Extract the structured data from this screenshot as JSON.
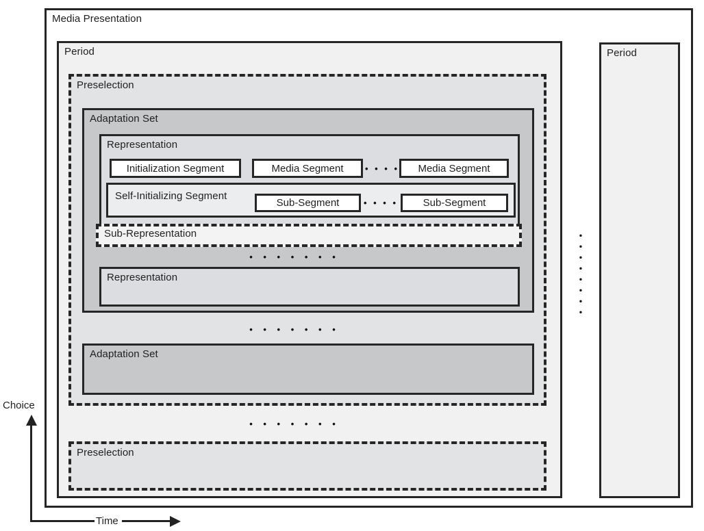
{
  "labels": {
    "media_presentation": "Media Presentation",
    "period_1": "Period",
    "period_2": "Period",
    "preselection_1": "Preselection",
    "adaptation_set_1": "Adaptation Set",
    "representation_1": "Representation",
    "initialization_segment": "Initialization Segment",
    "media_segment_1": "Media Segment",
    "media_segment_2": "Media Segment",
    "self_initializing_segment": "Self-Initializing Segment",
    "sub_segment_1": "Sub-Segment",
    "sub_segment_2": "Sub-Segment",
    "sub_representation": "Sub-Representation",
    "representation_2": "Representation",
    "adaptation_set_2": "Adaptation Set",
    "preselection_2": "Preselection"
  },
  "ellipses": {
    "segment_gap": "• • • •",
    "subsegment_gap": "• • • •",
    "representation_more": "• • • • • • •",
    "adaptation_set_more": "• • • • • • •",
    "preselection_more": "• • • • • • •",
    "period_more": "•\n•\n•\n•\n•\n•\n•\n•"
  },
  "axes": {
    "y_label": "Choice",
    "x_label": "Time"
  },
  "colors": {
    "border": "#262626",
    "period_fill": "#f1f1f2",
    "preselection_fill": "#e2e3e4",
    "adaptation_set_fill": "#c6c8c9",
    "representation_fill": "#dcdde0",
    "self_initializing_fill": "#ebedee",
    "sub_representation_fill": "#f3f3f4",
    "segment_fill": "#ffffff"
  }
}
